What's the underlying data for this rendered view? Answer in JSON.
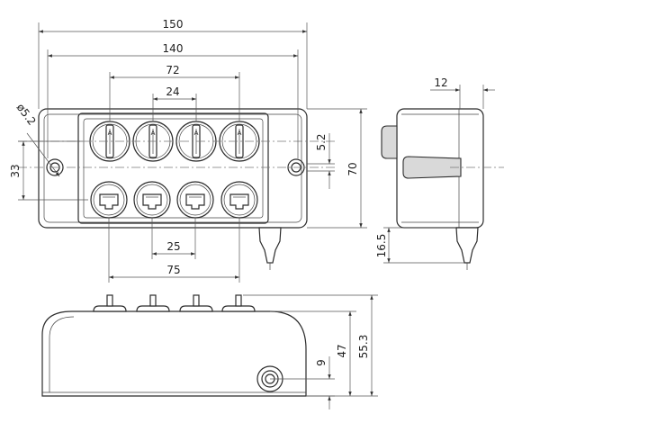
{
  "dimensions": {
    "width_outer": "150",
    "width_holes": "140",
    "switch_span": "72",
    "switch_pitch": "24",
    "socket_pitch": "25",
    "socket_span": "75",
    "hole_diameter": "ø5.2",
    "height_33": "33",
    "offset_5_2": "5.2",
    "height_70": "70",
    "depth_12": "12",
    "cable_16_5": "16.5",
    "height_9": "9",
    "height_47": "47",
    "height_55_3": "55.3"
  },
  "switches": {
    "marking": "A"
  }
}
